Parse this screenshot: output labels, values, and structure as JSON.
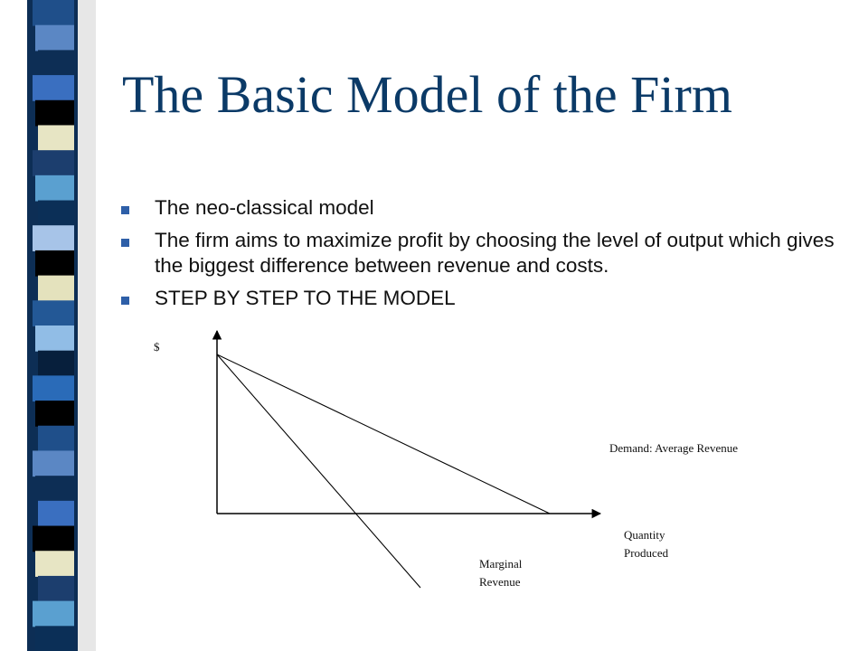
{
  "slide": {
    "title": "The Basic Model of the Firm",
    "bullets": [
      "The neo-classical model",
      "The firm aims to maximize profit by choosing the level of output which gives the biggest difference between revenue and costs.",
      "STEP BY STEP TO THE MODEL"
    ]
  },
  "diagram": {
    "y_axis_label": "$",
    "x_axis_label_line1": "Quantity",
    "x_axis_label_line2": "Produced",
    "demand_label": "Demand: Average Revenue",
    "mr_label_line1": "Marginal",
    "mr_label_line2": "Revenue"
  },
  "colors": {
    "title": "#0b3a67",
    "bullet_marker": "#2e5fa8",
    "stripe": [
      "#1f4f8a",
      "#5b87c4",
      "#0d2e55",
      "#3a6fc0",
      "#000000",
      "#e7e5c4",
      "#1c3e6e",
      "#5aa0d0",
      "#0b2f57",
      "#a7c4e8",
      "#000000",
      "#e4e2bd",
      "#235896",
      "#91bde6",
      "#071f3c",
      "#2a6bb8",
      "#000000"
    ]
  }
}
